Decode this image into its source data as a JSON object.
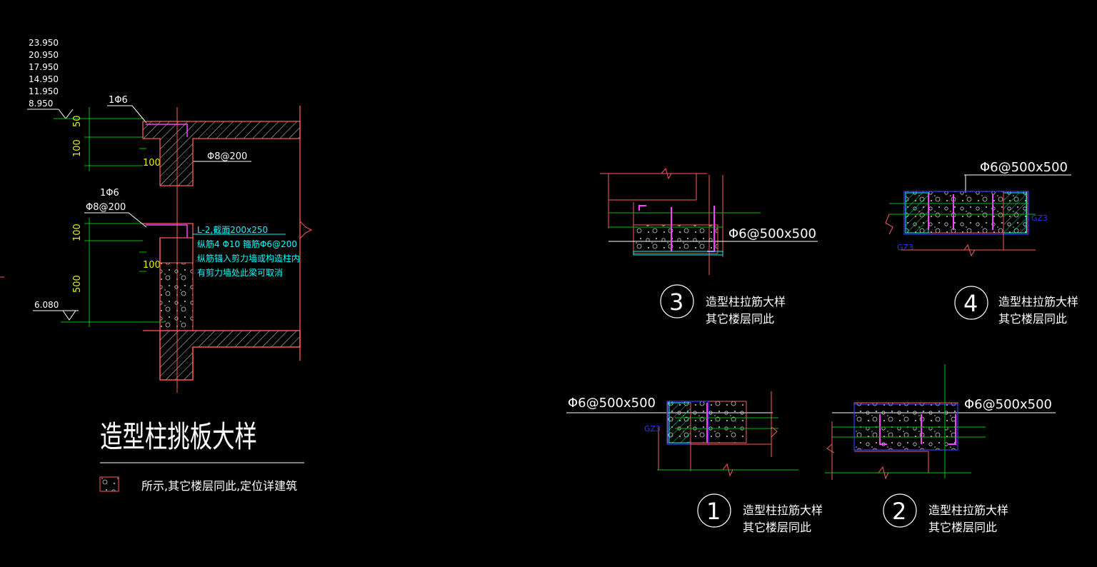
{
  "colors": {
    "background": "#000000",
    "outline": "#ff5a5a",
    "hatch": "#e0e0e0",
    "dimension": "#00c000",
    "dimension_text": "#e8f000",
    "note_text": "#00ffff",
    "tie_bar": "#ff40ff",
    "section_border": "#3040ff",
    "text": "#ffffff"
  },
  "left_detail": {
    "elevations": [
      "23.950",
      "20.950",
      "17.950",
      "14.950",
      "11.950",
      "8.950"
    ],
    "bottom_elevation": "6.080",
    "top_bar_label": "1Φ6",
    "mid_bar_label": "1Φ6",
    "stirrup_label": "Φ8@200",
    "slab_rebar_label": "Φ8@200",
    "dims_upper": [
      "50",
      "100",
      "100"
    ],
    "dims_lower": [
      "100",
      "100",
      "500"
    ],
    "beam_note": [
      "L-2,截面200x250",
      "纵筋4 Φ10 箍筋Φ6@200",
      "纵筋锚入剪力墙或构造柱内",
      "有剪力墙处此梁可取消"
    ],
    "title": "造型柱挑板大样",
    "legend_text": "所示,其它楼层同此,定位详建筑"
  },
  "details": [
    {
      "number": "3",
      "line1": "造型柱拉筋大样",
      "line2": "其它楼层同此",
      "rebar": "Φ6@500x500",
      "tag": ""
    },
    {
      "number": "4",
      "line1": "造型柱拉筋大样",
      "line2": "其它楼层同此",
      "rebar": "Φ6@500x500",
      "tag": "GZ3"
    },
    {
      "number": "1",
      "line1": "造型柱拉筋大样",
      "line2": "其它楼层同此",
      "rebar": "Φ6@500x500",
      "tag": "GZ3"
    },
    {
      "number": "2",
      "line1": "造型柱拉筋大样",
      "line2": "其它楼层同此",
      "rebar": "Φ6@500x500",
      "tag": ""
    }
  ],
  "extra_tags": {
    "detail4_lower": "GZ3"
  }
}
